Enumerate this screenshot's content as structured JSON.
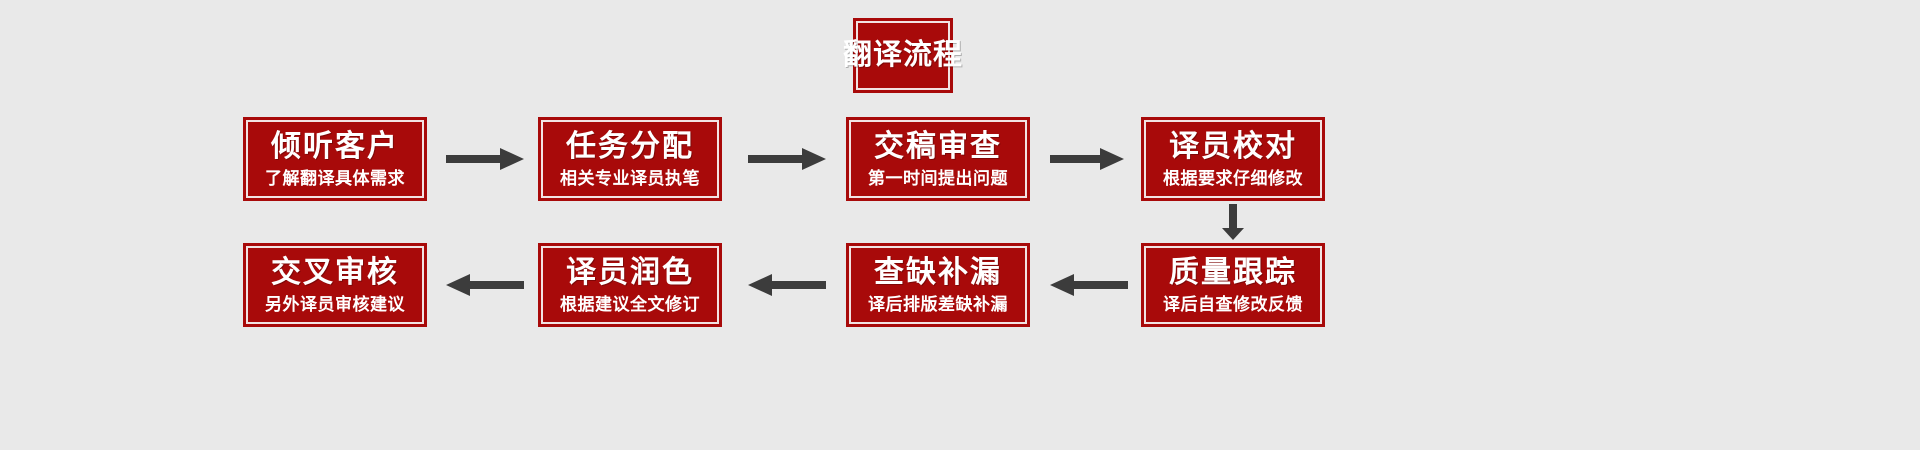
{
  "diagram": {
    "title": "翻译流程",
    "background_color": "#e9e9e9",
    "node_color": "#a80a0a",
    "node_border_color": "#f2e3e3",
    "arrow_color": "#3c3c3c",
    "text_color": "#ffffff",
    "row1": [
      {
        "title": "倾听客户",
        "sub": "了解翻译具体需求"
      },
      {
        "title": "任务分配",
        "sub": "相关专业译员执笔"
      },
      {
        "title": "交稿审查",
        "sub": "第一时间提出问题"
      },
      {
        "title": "译员校对",
        "sub": "根据要求仔细修改"
      }
    ],
    "row2": [
      {
        "title": "交叉审核",
        "sub": "另外译员审核建议"
      },
      {
        "title": "译员润色",
        "sub": "根据建议全文修订"
      },
      {
        "title": "查缺补漏",
        "sub": "译后排版差缺补漏"
      },
      {
        "title": "质量跟踪",
        "sub": "译后自查修改反馈"
      }
    ],
    "arrows": [
      {
        "name": "arrow-r1-1-to-2",
        "direction": "right"
      },
      {
        "name": "arrow-r1-2-to-3",
        "direction": "right"
      },
      {
        "name": "arrow-r1-3-to-4",
        "direction": "right"
      },
      {
        "name": "arrow-r1-4-to-r2-4",
        "direction": "down"
      },
      {
        "name": "arrow-r2-4-to-3",
        "direction": "left"
      },
      {
        "name": "arrow-r2-3-to-2",
        "direction": "left"
      },
      {
        "name": "arrow-r2-2-to-1",
        "direction": "left"
      }
    ]
  }
}
